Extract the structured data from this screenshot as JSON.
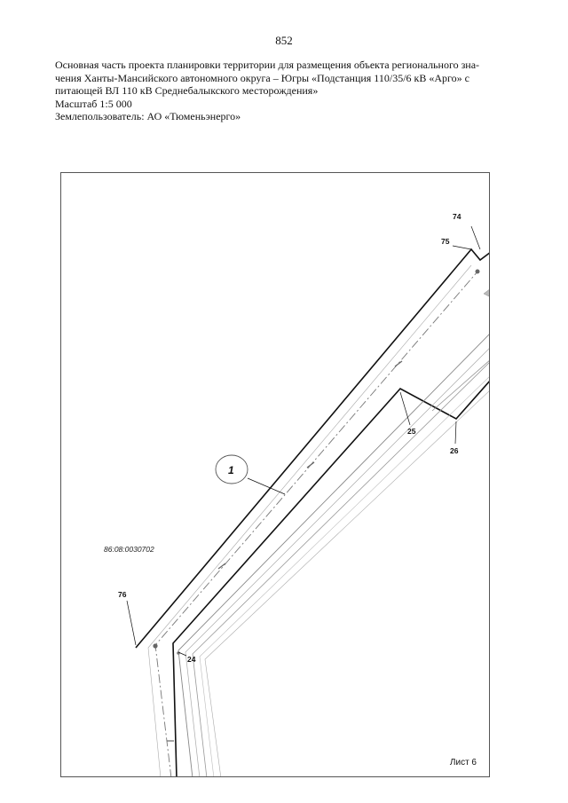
{
  "page_number": "852",
  "header": {
    "line1": "Основная часть проекта планировки территории для размещения объекта регионального зна-",
    "line2": "чения Ханты-Мансийского автономного округа – Югры «Подстанция 110/35/6 кВ «Арго» с",
    "line3": "питающей ВЛ 110 кВ Среднебалыкского месторождения»",
    "scale": "Масштаб 1:5 000",
    "land_user": "Землепользователь: АО «Тюменьэнерго»"
  },
  "map": {
    "points": {
      "p74": "74",
      "p75": "75",
      "p25": "25",
      "p26": "26",
      "p76": "76",
      "p24": "24"
    },
    "cadastral_number": "86:08:0030702",
    "callout_number": "1",
    "sheet": "Лист 6"
  }
}
